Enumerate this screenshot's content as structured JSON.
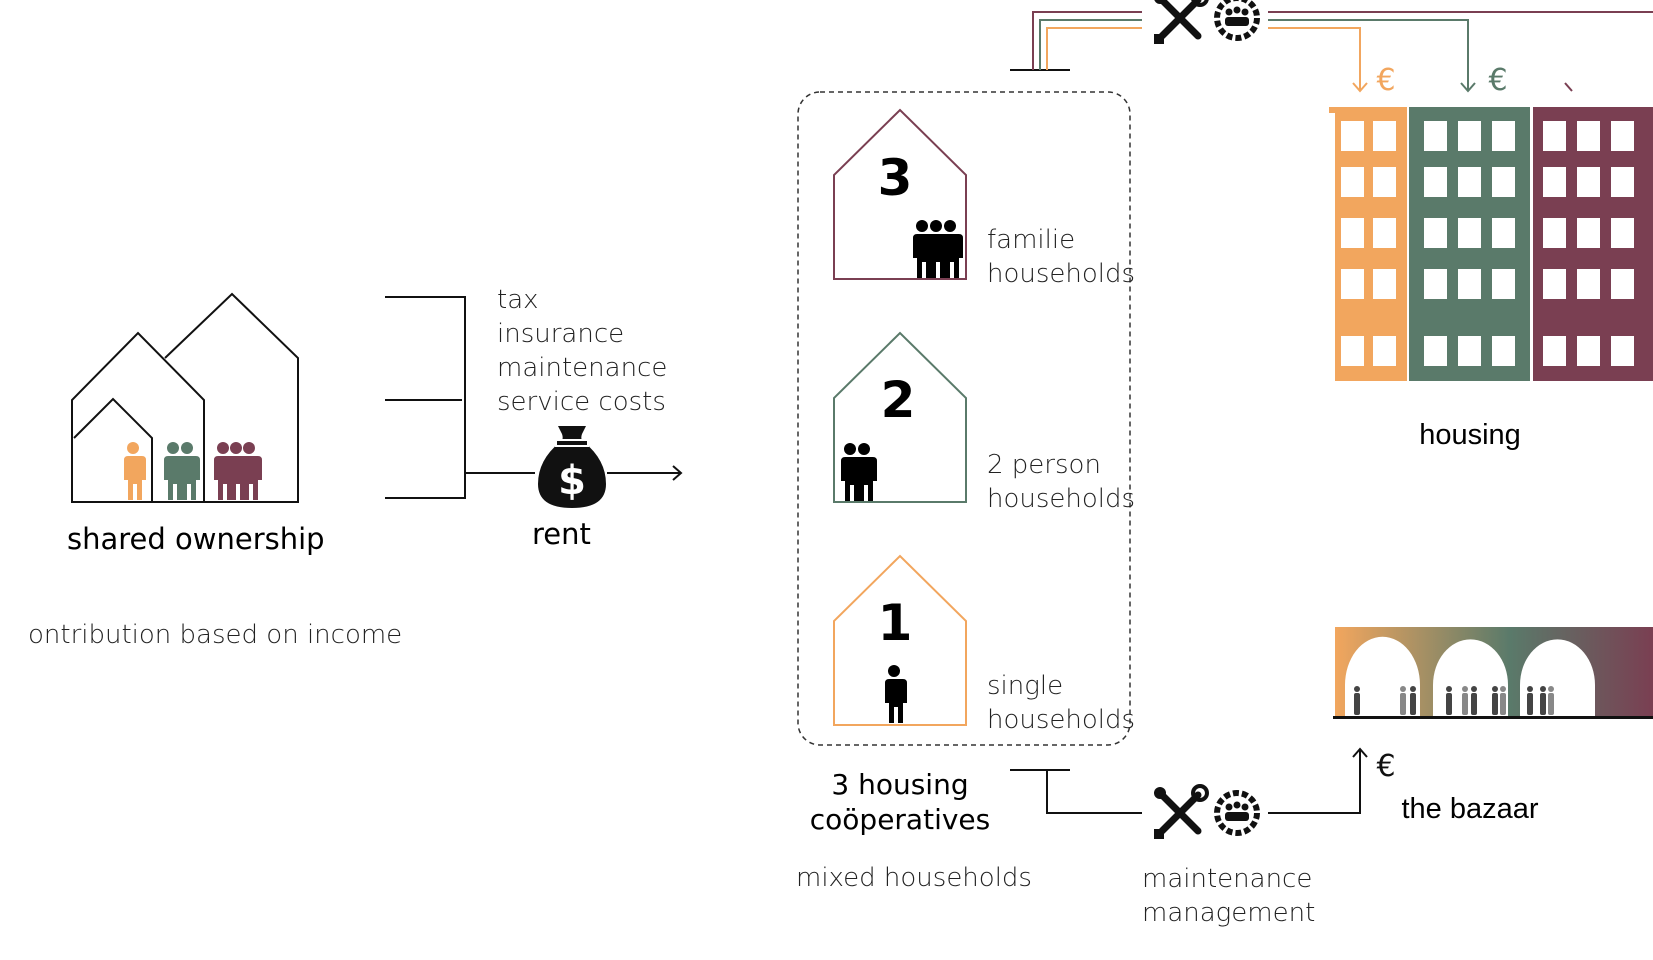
{
  "colors": {
    "orange": "#F2A65E",
    "green": "#5A7A6A",
    "purple": "#7A3F52",
    "black": "#111111"
  },
  "shared_ownership": {
    "title": "shared ownership",
    "subtitle": "ontribution based on income"
  },
  "costs": {
    "items": [
      "tax",
      "insurance",
      "maintenance",
      "service costs"
    ],
    "rent_label": "rent",
    "money_symbol": "$"
  },
  "cooperatives": {
    "title_line1": "3 housing",
    "title_line2": "coöperatives",
    "subtitle": "mixed households",
    "houses": [
      {
        "number": "3",
        "label_line1": "familie",
        "label_line2": "households"
      },
      {
        "number": "2",
        "label_line1": "2 person",
        "label_line2": "households"
      },
      {
        "number": "1",
        "label_line1": "single",
        "label_line2": "households"
      }
    ]
  },
  "management": {
    "label_line1": "maintenance",
    "label_line2": "management"
  },
  "currency": "€",
  "housing": {
    "label": "housing"
  },
  "bazaar": {
    "label": "the bazaar"
  },
  "icons": [
    "tools-icon",
    "gear-people-icon",
    "money-bag-icon",
    "person-icon",
    "couple-icon",
    "family-icon",
    "arrow-right-icon",
    "arrow-down-icon",
    "arrow-up-icon"
  ]
}
